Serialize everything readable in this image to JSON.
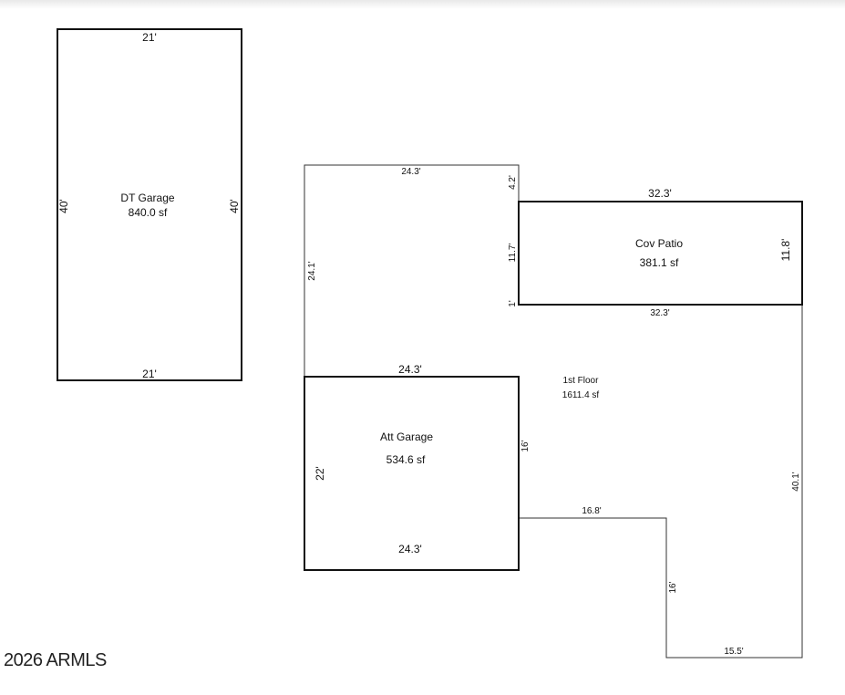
{
  "rooms": {
    "dt_garage": {
      "name": "DT Garage",
      "area": "840.0 sf",
      "dims": {
        "top": "21'",
        "bottom": "21'",
        "left": "40'",
        "right": "40'"
      }
    },
    "cov_patio": {
      "name": "Cov Patio",
      "area": "381.1 sf",
      "dims": {
        "top": "32.3'",
        "bottom": "32.3'",
        "left": "11.7'",
        "right": "11.8'"
      }
    },
    "att_garage": {
      "name": "Att Garage",
      "area": "534.6 sf",
      "dims": {
        "top": "24.3'",
        "bottom": "24.3'",
        "left": "22'",
        "right": "16'"
      }
    },
    "first_floor": {
      "name": "1st Floor",
      "area": "1611.4 sf",
      "dims": {
        "top": "24.3'",
        "upper_left": "24.1'",
        "step_upper": "4.2'",
        "step_lower": "1'",
        "right": "40.1'",
        "notch_top": "16.8'",
        "notch_side": "16'",
        "bottom": "15.5'"
      }
    }
  },
  "watermark": "2026 ARMLS"
}
